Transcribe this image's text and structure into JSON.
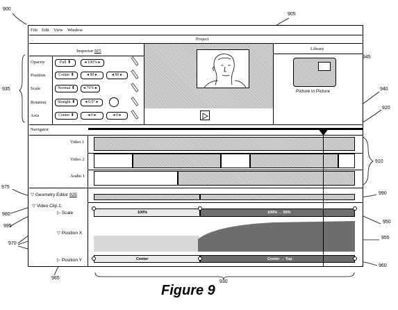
{
  "refs": {
    "r900": "900",
    "r905": "905",
    "r945": "945",
    "r940": "940",
    "r920": "920",
    "r935": "935",
    "r910": "910",
    "r975": "975",
    "r990": "990",
    "r980": "980",
    "r995": "995",
    "r950": "950",
    "r970": "970",
    "r955": "955",
    "r960": "960",
    "r965": "965",
    "r930": "930"
  },
  "menu": {
    "file": "File",
    "edit": "Edit",
    "view": "View",
    "window": "Window"
  },
  "project_title": "Project",
  "inspector": {
    "title": "Inspector",
    "title_ref": "915",
    "rows": [
      {
        "label": "Opacity",
        "c1": "Full",
        "c2": "100%"
      },
      {
        "label": "Position",
        "c1": "Center",
        "c2": "80",
        "c3": "80"
      },
      {
        "label": "Scale",
        "c1": "Normal",
        "c2": "70%"
      },
      {
        "label": "Rotation",
        "c1": "Straight",
        "c2": "0.0°"
      },
      {
        "label": "Axis",
        "c1": "Center",
        "c2": "0",
        "c3": "0"
      }
    ]
  },
  "library": {
    "title": "Library",
    "item_label": "Picture in Picture"
  },
  "navigator": {
    "label": "Navigator"
  },
  "tracks": {
    "video1": "Video 1",
    "video2": "Video 2",
    "audio1": "Audio 1"
  },
  "geometry": {
    "title": "Geometry Editor",
    "title_ref": "925",
    "clip": "Video Clip 1:",
    "scale": "Scale",
    "position_x": "Position X",
    "position_y": "Position Y",
    "scale_left": "100%",
    "scale_right": "100% → 50%",
    "posy_left": "Center",
    "posy_right": "Center → Top"
  },
  "figure_caption": "Figure 9"
}
